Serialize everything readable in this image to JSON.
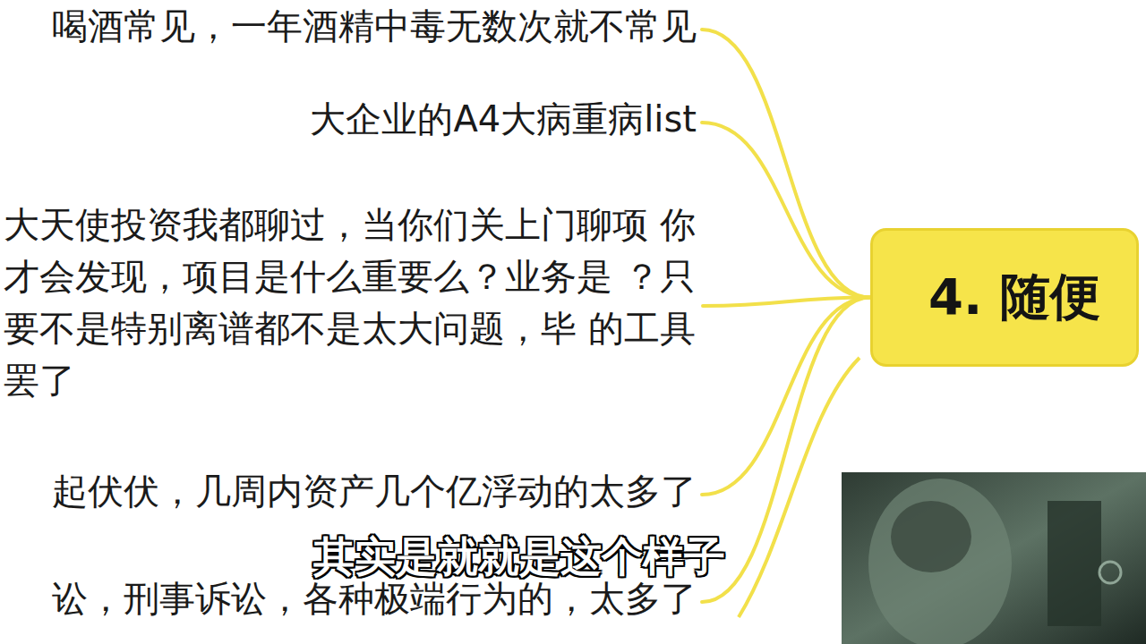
{
  "diagram": {
    "nodes": [
      {
        "text": [
          "4. 随便"
        ]
      },
      {
        "text": [
          "喝酒常见，一年酒精中毒无数次就不常见"
        ]
      },
      {
        "text": [
          "大企业的A4大病重病list"
        ]
      },
      {
        "text": [
          "大天使投资我都聊过，当你们关上门聊项 你才会发现，项目是什么重要么？业务是 ？只要不是特别离谱都不是太大问题，毕 的工具罢了"
        ]
      },
      {
        "text": [
          "起伏伏，几周内资产几个亿浮动的太多了"
        ]
      },
      {
        "text": [
          "讼，刑事诉讼，各种极端行为的，太多了"
        ]
      }
    ],
    "edges": [
      {
        "from": 0,
        "to": 1,
        "arrow": "none"
      },
      {
        "from": 0,
        "to": 2,
        "arrow": "none"
      },
      {
        "from": 0,
        "to": 3,
        "arrow": "none"
      },
      {
        "from": 0,
        "to": 4,
        "arrow": "none"
      },
      {
        "from": 0,
        "to": 5,
        "arrow": "none"
      }
    ],
    "labels": [
      "其实是就就是这个样子"
    ]
  }
}
